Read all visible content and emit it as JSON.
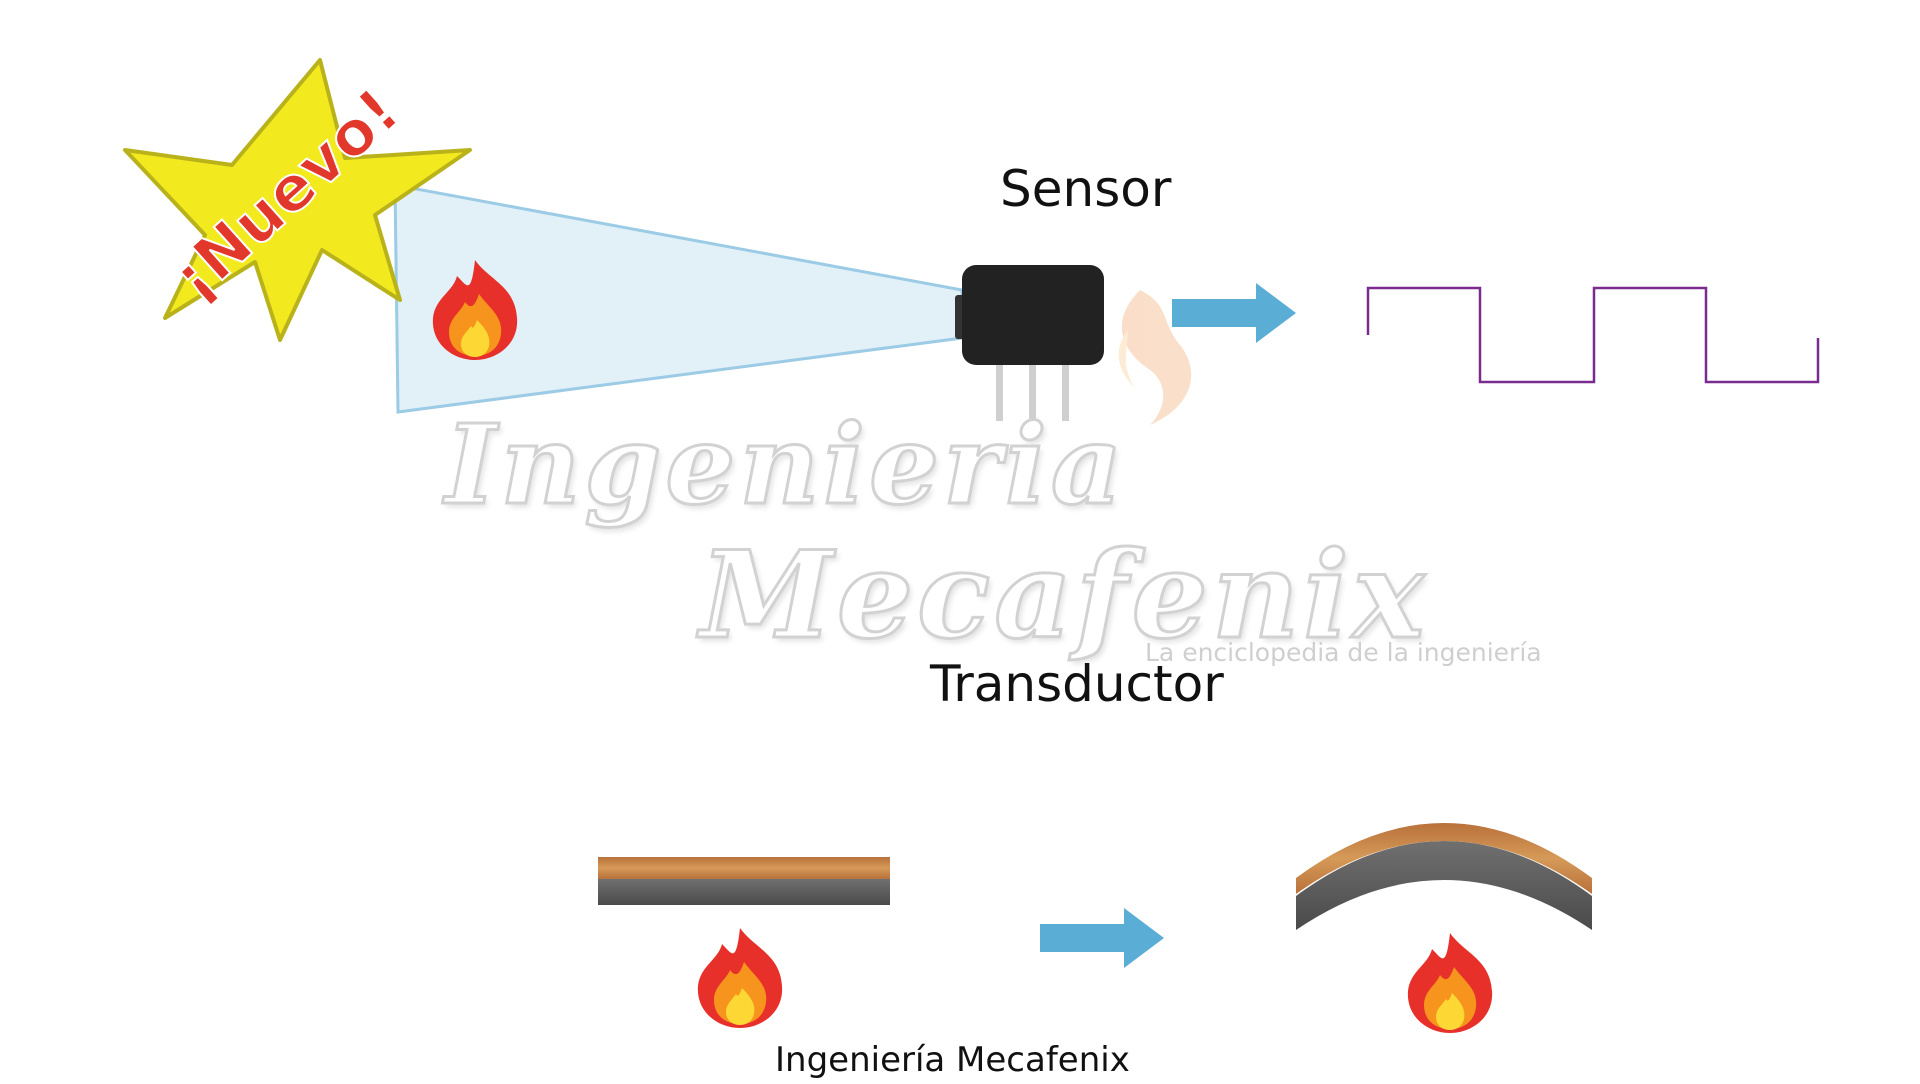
{
  "badge": {
    "text": "¡Nuevo!"
  },
  "labels": {
    "sensor": "Sensor",
    "transductor": "Transductor",
    "footer": "Ingeniería Mecafenix"
  },
  "watermark": {
    "line1": "Ingenieria",
    "line2": "Mecafenix",
    "tagline": "La enciclopedia de la ingeniería"
  },
  "icons": {
    "flame": "fire-icon",
    "arrow": "right-arrow-icon",
    "sensor": "sensor-chip-icon",
    "signal": "square-wave-signal",
    "strip": "bimetallic-strip"
  },
  "colors": {
    "arrow": "#5aaed6",
    "beam_fill": "#e2f0f8",
    "beam_stroke": "#9ccbe6",
    "sensor_body": "#222222",
    "signal": "#7a2c8e",
    "badge_fill": "#f2ea1e",
    "badge_text": "#e2382b",
    "strip_top": "#c9843f",
    "strip_bottom": "#5a5a5a"
  }
}
